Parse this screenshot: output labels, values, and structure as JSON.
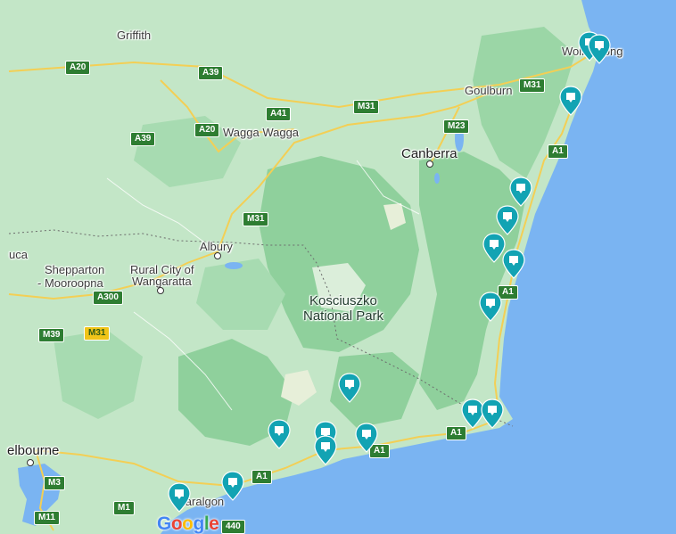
{
  "map": {
    "colors": {
      "land": "#bfe4c3",
      "forest": "#8fd09c",
      "ocean": "#7ab4f2",
      "marker": "#12a3b3"
    },
    "places": {
      "griffith": "Griffith",
      "wollongong": "Wollongong",
      "goulburn": "Goulburn",
      "wagga_wagga": "Wagga Wagga",
      "canberra": "Canberra",
      "albury": "Albury",
      "shepparton_1": "Shepparton",
      "shepparton_2": "- Mooroopna",
      "rural_city_1": "Rural City of",
      "rural_city_2": "Wangaratta",
      "echuca": "uca",
      "kosciuszko_1": "Kosciuszko",
      "kosciuszko_2": "National Park",
      "melbourne": "elbourne",
      "traralgon": "Traralgon"
    },
    "roads": {
      "a20_west": "A20",
      "a39_north": "A39",
      "a41": "A41",
      "m31_north": "M31",
      "m31_goulburn": "M31",
      "a20_wagga": "A20",
      "a39_south": "A39",
      "m23": "M23",
      "a1_north": "A1",
      "m31_south": "M31",
      "a300": "A300",
      "m39": "M39",
      "m31_vic": "M31",
      "a1_mid": "A1",
      "a1_east": "A1",
      "a1_south": "A1",
      "a1_gipps": "A1",
      "m3": "M3",
      "m1": "M1",
      "m11": "M11",
      "a440": "440"
    },
    "markers": [
      {
        "name": "marker-wollongong-1"
      },
      {
        "name": "marker-wollongong-2"
      },
      {
        "name": "marker-kiama"
      },
      {
        "name": "marker-ulladulla"
      },
      {
        "name": "marker-batemans-bay-north"
      },
      {
        "name": "marker-batemans-bay"
      },
      {
        "name": "marker-moruya"
      },
      {
        "name": "marker-narooma"
      },
      {
        "name": "marker-eden-1"
      },
      {
        "name": "marker-eden-2"
      },
      {
        "name": "marker-bombala"
      },
      {
        "name": "marker-orbost"
      },
      {
        "name": "marker-lakes-entrance-1"
      },
      {
        "name": "marker-lakes-entrance-2"
      },
      {
        "name": "marker-bairnsdale"
      },
      {
        "name": "marker-sale"
      },
      {
        "name": "marker-traralgon"
      }
    ],
    "logo": "Google"
  }
}
